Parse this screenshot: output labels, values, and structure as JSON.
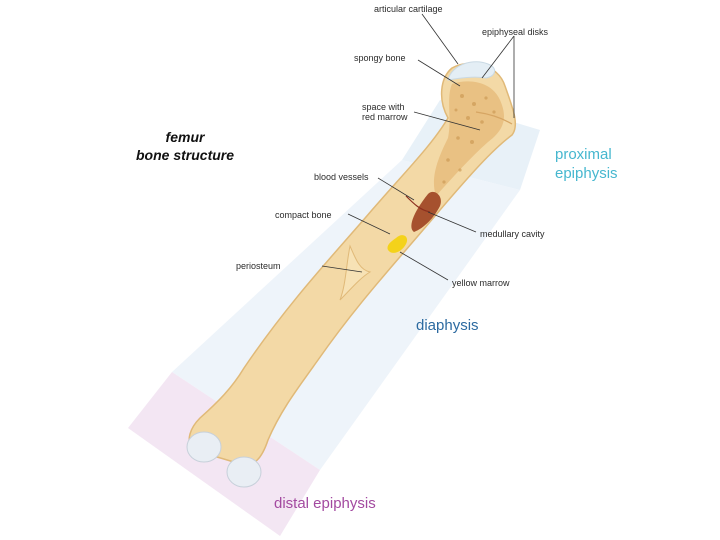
{
  "title": {
    "line1": "femur",
    "line2": "bone structure"
  },
  "labels": {
    "articular_cartilage": "articular cartilage",
    "epiphyseal_disks": "epiphyseal disks",
    "spongy_bone": "spongy bone",
    "space_red_marrow_1": "space with",
    "space_red_marrow_2": "red marrow",
    "blood_vessels": "blood vessels",
    "compact_bone": "compact bone",
    "medullary_cavity": "medullary cavity",
    "periosteum": "periosteum",
    "yellow_marrow": "yellow marrow"
  },
  "regions": {
    "proximal_1": "proximal",
    "proximal_2": "epiphysis",
    "diaphysis": "diaphysis",
    "distal": "distal epiphysis"
  },
  "colors": {
    "proximal_band": "#e8f1f8",
    "diaphysis_band": "#eef4fa",
    "distal_band": "#f3e6f3",
    "bone": "#f3d9a6",
    "bone_edge": "#e0b978",
    "spongy": "#e2b673",
    "cartilage": "#e4eef5",
    "marrow_red": "#a6512e",
    "marrow_yellow": "#f4d21a",
    "proximal_text": "#46b7cf",
    "diaphysis_text": "#2c6aa0",
    "distal_text": "#a34aa0"
  }
}
